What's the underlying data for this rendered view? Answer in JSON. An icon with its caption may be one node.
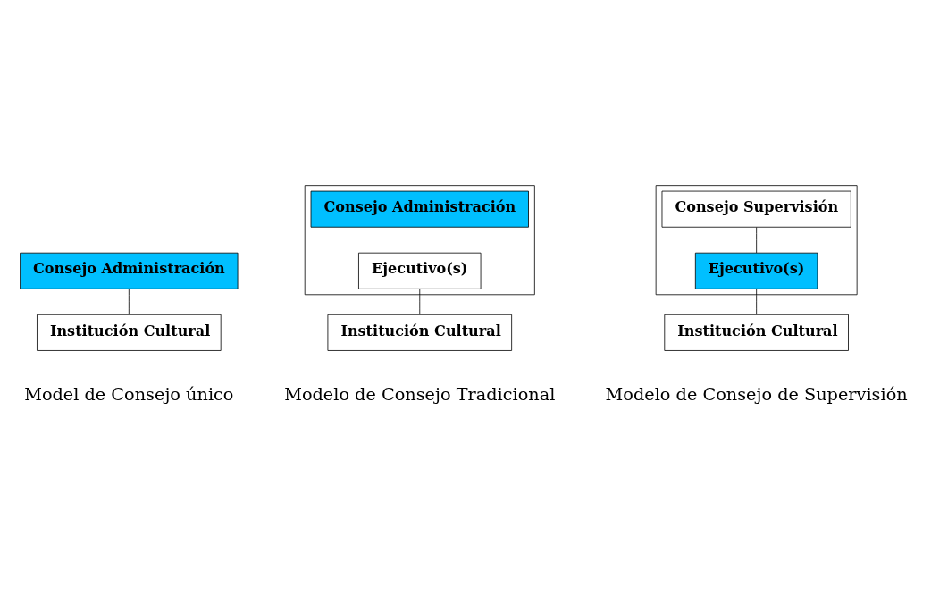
{
  "diagram": {
    "nodes": [
      {
        "text": [
          "Consejo Administración"
        ]
      },
      {
        "text": [
          "Institución Cultural"
        ]
      },
      {
        "text": [],
        "shape": "box"
      },
      {
        "text": [
          "Consejo Administración"
        ],
        "in": 2
      },
      {
        "text": [
          "Ejecutivo(s)"
        ],
        "in": 2
      },
      {
        "text": [
          "Institución Cultural"
        ]
      },
      {
        "text": [],
        "shape": "box"
      },
      {
        "text": [
          "Consejo Supervisión"
        ],
        "in": 6
      },
      {
        "text": [
          "Ejecutivo(s)"
        ],
        "in": 6
      },
      {
        "text": [
          "Institución Cultural"
        ]
      }
    ],
    "edges": [
      {
        "from": 0,
        "to": 1,
        "arrow": "none"
      },
      {
        "from": 4,
        "to": 5,
        "arrow": "none"
      },
      {
        "from": 7,
        "to": 8,
        "arrow": "none"
      },
      {
        "from": 8,
        "to": 9,
        "arrow": "none"
      }
    ],
    "labels": [
      "Model de Consejo único",
      "Modelo de Consejo Tradicional",
      "Modelo de Consejo de Supervisión"
    ]
  }
}
